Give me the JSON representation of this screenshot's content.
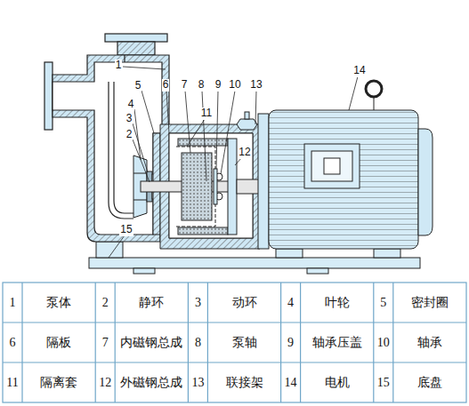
{
  "diagram": {
    "labels": [
      "1",
      "5",
      "4",
      "3",
      "2",
      "6",
      "7",
      "8",
      "9",
      "10",
      "13",
      "11",
      "12",
      "14",
      "15",
      "1",
      "泵体",
      "2",
      "静环",
      "3",
      "动环",
      "4",
      "叶轮",
      "5",
      "密封圈",
      "6",
      "隔板",
      "7",
      "内磁钢总成",
      "8",
      "泵轴",
      "9",
      "轴承压盖",
      "10",
      "轴承",
      "11",
      "隔离套",
      "12",
      "外磁钢总成",
      "13",
      "联接架",
      "14",
      "电机",
      "15",
      "底盘"
    ]
  }
}
